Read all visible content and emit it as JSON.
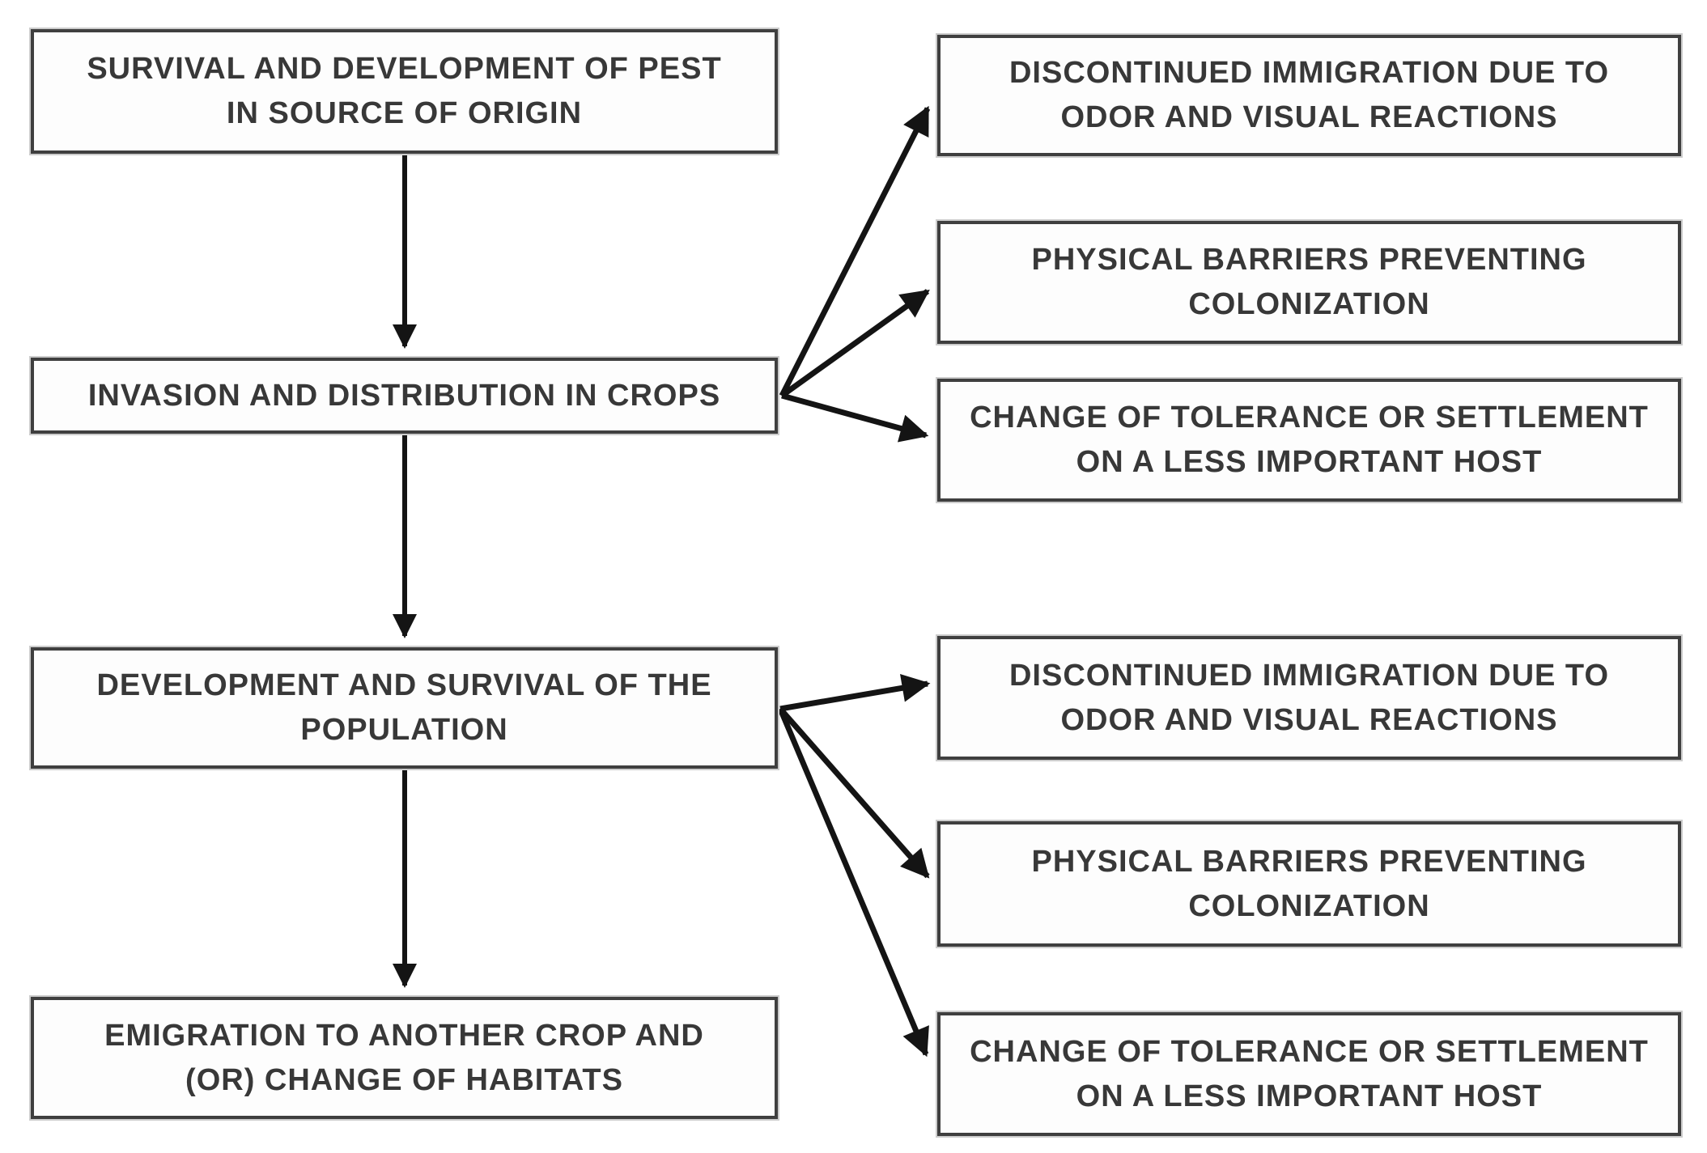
{
  "flowchart": {
    "colors": {
      "background": "#ffffff",
      "box_border": "#3f3f3f",
      "box_fill": "#fdfdfd",
      "text": "#383838",
      "arrow": "#141414"
    },
    "left_column": [
      {
        "id": "survival-origin",
        "lines": [
          "SURVIVAL AND DEVELOPMENT OF PEST",
          "IN SOURCE OF ORIGIN"
        ]
      },
      {
        "id": "invasion-crops",
        "lines": [
          "INVASION AND DISTRIBUTION IN CROPS",
          ""
        ]
      },
      {
        "id": "development-population",
        "lines": [
          "DEVELOPMENT AND SURVIVAL OF THE",
          "POPULATION"
        ]
      },
      {
        "id": "emigration-habitats",
        "lines": [
          "EMIGRATION TO ANOTHER CROP AND",
          "(OR) CHANGE OF HABITATS"
        ]
      }
    ],
    "right_column": [
      {
        "id": "discontinued-immigration-1",
        "lines": [
          "DISCONTINUED IMMIGRATION DUE TO",
          "ODOR AND VISUAL REACTIONS"
        ]
      },
      {
        "id": "physical-barriers-1",
        "lines": [
          "PHYSICAL BARRIERS PREVENTING",
          "COLONIZATION"
        ]
      },
      {
        "id": "change-tolerance-1",
        "lines": [
          "CHANGE OF TOLERANCE OR SETTLEMENT",
          "ON A LESS IMPORTANT HOST"
        ]
      },
      {
        "id": "discontinued-immigration-2",
        "lines": [
          "DISCONTINUED IMMIGRATION DUE TO",
          "ODOR AND VISUAL REACTIONS"
        ]
      },
      {
        "id": "physical-barriers-2",
        "lines": [
          "PHYSICAL BARRIERS PREVENTING",
          "COLONIZATION"
        ]
      },
      {
        "id": "change-tolerance-2",
        "lines": [
          "CHANGE OF TOLERANCE OR SETTLEMENT",
          "ON A LESS IMPORTANT HOST"
        ]
      }
    ]
  }
}
